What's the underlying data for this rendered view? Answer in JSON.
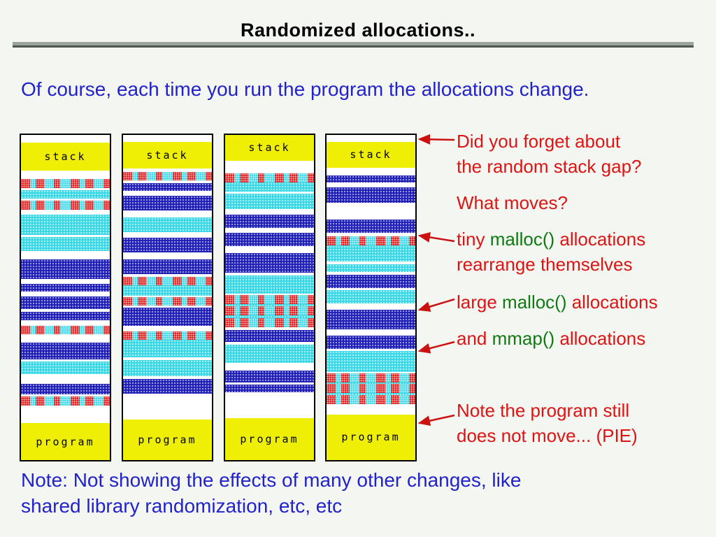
{
  "slide": {
    "title": "Randomized allocations..",
    "intro": "Of course, each time you run the program the allocations change.",
    "footer": [
      "Note: Not showing the effects of many other changes, like",
      "shared library randomization, etc, etc"
    ]
  },
  "labels": {
    "stack": "stack",
    "program": "program"
  },
  "columns": [
    {
      "run": 1,
      "bands": [
        [
          "gap",
          10
        ],
        [
          "stack",
          38
        ],
        [
          "gap",
          12
        ],
        [
          "tiny",
          12
        ],
        [
          "gap",
          3
        ],
        [
          "cyan",
          11
        ],
        [
          "gap",
          3
        ],
        [
          "tiny",
          12
        ],
        [
          "gap",
          7
        ],
        [
          "cyan",
          27
        ],
        [
          "gap",
          3
        ],
        [
          "cyan",
          19
        ],
        [
          "gap",
          11
        ],
        [
          "navy",
          27
        ],
        [
          "gap",
          7
        ],
        [
          "navy",
          10
        ],
        [
          "gap",
          7
        ],
        [
          "navy",
          17
        ],
        [
          "gap",
          3
        ],
        [
          "navy",
          12
        ],
        [
          "gap",
          7
        ],
        [
          "tiny",
          12
        ],
        [
          "gap",
          11
        ],
        [
          "navy",
          23
        ],
        [
          "gap",
          3
        ],
        [
          "cyan",
          17
        ],
        [
          "gap",
          13
        ],
        [
          "navy",
          14
        ],
        [
          "gap",
          3
        ],
        [
          "tiny",
          12
        ],
        [
          "gap",
          24
        ],
        [
          "program",
          50
        ]
      ]
    },
    {
      "run": 2,
      "bands": [
        [
          "gap",
          10
        ],
        [
          "stack",
          36
        ],
        [
          "gap",
          5
        ],
        [
          "tiny",
          12
        ],
        [
          "gap",
          4
        ],
        [
          "navy",
          10
        ],
        [
          "gap",
          7
        ],
        [
          "navy",
          20
        ],
        [
          "gap",
          10
        ],
        [
          "cyan",
          20
        ],
        [
          "gap",
          8
        ],
        [
          "navy",
          20
        ],
        [
          "gap",
          10
        ],
        [
          "navy",
          20
        ],
        [
          "gap",
          4
        ],
        [
          "tiny",
          12
        ],
        [
          "cyan",
          14
        ],
        [
          "gap",
          2
        ],
        [
          "tiny",
          12
        ],
        [
          "gap",
          2
        ],
        [
          "navy",
          26
        ],
        [
          "gap",
          7
        ],
        [
          "tiny",
          12
        ],
        [
          "cyan",
          24
        ],
        [
          "gap",
          4
        ],
        [
          "cyan",
          22
        ],
        [
          "gap",
          4
        ],
        [
          "navy",
          20
        ],
        [
          "gap",
          36
        ],
        [
          "program",
          56
        ]
      ]
    },
    {
      "run": 3,
      "bands": [
        [
          "stack",
          34
        ],
        [
          "gap",
          17
        ],
        [
          "tiny",
          12
        ],
        [
          "cyan",
          12
        ],
        [
          "gap",
          3
        ],
        [
          "cyan",
          20
        ],
        [
          "gap",
          8
        ],
        [
          "navy",
          18
        ],
        [
          "gap",
          6
        ],
        [
          "navy",
          18
        ],
        [
          "gap",
          9
        ],
        [
          "navy",
          26
        ],
        [
          "gap",
          4
        ],
        [
          "cyan",
          24
        ],
        [
          "gap",
          2
        ],
        [
          "tiny",
          12
        ],
        [
          "cyan",
          3
        ],
        [
          "tiny",
          12
        ],
        [
          "cyan",
          3
        ],
        [
          "tiny",
          12
        ],
        [
          "gap",
          4
        ],
        [
          "navy",
          16
        ],
        [
          "gap",
          4
        ],
        [
          "cyan",
          24
        ],
        [
          "gap",
          10
        ],
        [
          "navy",
          16
        ],
        [
          "gap",
          3
        ],
        [
          "navy",
          10
        ],
        [
          "gap",
          34
        ],
        [
          "program",
          56
        ]
      ]
    },
    {
      "run": 4,
      "bands": [
        [
          "gap",
          9
        ],
        [
          "stack",
          34
        ],
        [
          "gap",
          10
        ],
        [
          "navy",
          10
        ],
        [
          "gap",
          6
        ],
        [
          "navy",
          20
        ],
        [
          "gap",
          22
        ],
        [
          "navy",
          18
        ],
        [
          "gap",
          4
        ],
        [
          "tiny",
          12
        ],
        [
          "cyan",
          22
        ],
        [
          "gap",
          3
        ],
        [
          "cyan",
          10
        ],
        [
          "gap",
          4
        ],
        [
          "navy",
          18
        ],
        [
          "gap",
          2
        ],
        [
          "cyan",
          18
        ],
        [
          "gap",
          8
        ],
        [
          "navy",
          26
        ],
        [
          "gap",
          8
        ],
        [
          "navy",
          18
        ],
        [
          "gap",
          2
        ],
        [
          "cyan",
          28
        ],
        [
          "gap",
          2
        ],
        [
          "tiny",
          12
        ],
        [
          "cyan",
          2
        ],
        [
          "tiny",
          12
        ],
        [
          "cyan",
          2
        ],
        [
          "tiny",
          12
        ],
        [
          "gap",
          14
        ],
        [
          "program",
          60
        ]
      ]
    }
  ],
  "annotations": [
    {
      "id": "random-stack-gap",
      "lines": [
        [
          {
            "t": "Did you forget about",
            "c": "red"
          }
        ],
        [
          {
            "t": "the random stack gap?",
            "c": "red"
          }
        ]
      ]
    },
    {
      "id": "what-moves",
      "lines": [
        [
          {
            "t": "What moves?",
            "c": "red"
          }
        ]
      ]
    },
    {
      "id": "tiny-malloc",
      "lines": [
        [
          {
            "t": "tiny ",
            "c": "red"
          },
          {
            "t": "malloc()",
            "c": "green"
          },
          {
            "t": " allocations",
            "c": "red"
          }
        ],
        [
          {
            "t": "rearrange themselves",
            "c": "red"
          }
        ]
      ]
    },
    {
      "id": "large-malloc",
      "lines": [
        [
          {
            "t": "large ",
            "c": "red"
          },
          {
            "t": "malloc()",
            "c": "green"
          },
          {
            "t": " allocations",
            "c": "red"
          }
        ]
      ]
    },
    {
      "id": "mmap",
      "lines": [
        [
          {
            "t": "and ",
            "c": "red"
          },
          {
            "t": "mmap()",
            "c": "green"
          },
          {
            "t": " allocations",
            "c": "red"
          }
        ]
      ]
    },
    {
      "id": "program-pie",
      "lines": [
        [
          {
            "t": "Note the program still",
            "c": "red"
          }
        ],
        [
          {
            "t": "does not move... (PIE)",
            "c": "red"
          }
        ]
      ]
    }
  ],
  "colors": {
    "background": "#F4F7F1",
    "title_black": "#000000",
    "separator_gray": "#9AA49A",
    "text_blue": "#2222CC",
    "accent_red": "#DD1414",
    "accent_green": "#0F7A12",
    "band_yellow": "#EFEF05",
    "band_cyan": "#38D7E6",
    "band_navy": "#1D1DB5",
    "band_red": "#E01010"
  }
}
